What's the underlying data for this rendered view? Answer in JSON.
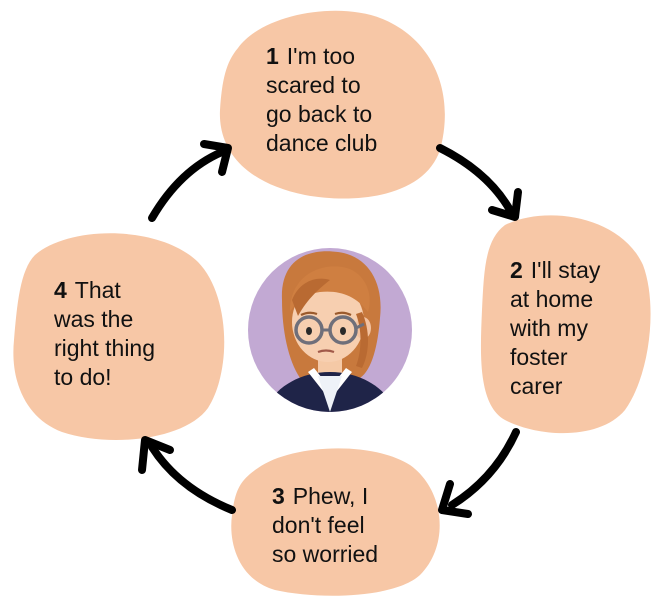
{
  "colors": {
    "bubble": "#f7c7a6",
    "arrow": "#000000",
    "portrait_bg": "#c2a9d3",
    "text": "#111111"
  },
  "steps": [
    {
      "number": "1",
      "lines": [
        "I'm too",
        "scared to",
        "go back to",
        "dance club"
      ]
    },
    {
      "number": "2",
      "lines": [
        "I'll stay",
        "at home",
        "with my",
        "foster",
        "carer"
      ]
    },
    {
      "number": "3",
      "lines": [
        "Phew, I",
        "don't feel",
        "so worried"
      ]
    },
    {
      "number": "4",
      "lines": [
        "That",
        "was the",
        "right thing",
        "to do!"
      ]
    }
  ],
  "center": {
    "icon": "girl-with-glasses-portrait"
  },
  "arrows": {
    "icon": "curved-arrow-icon",
    "count": 4
  }
}
